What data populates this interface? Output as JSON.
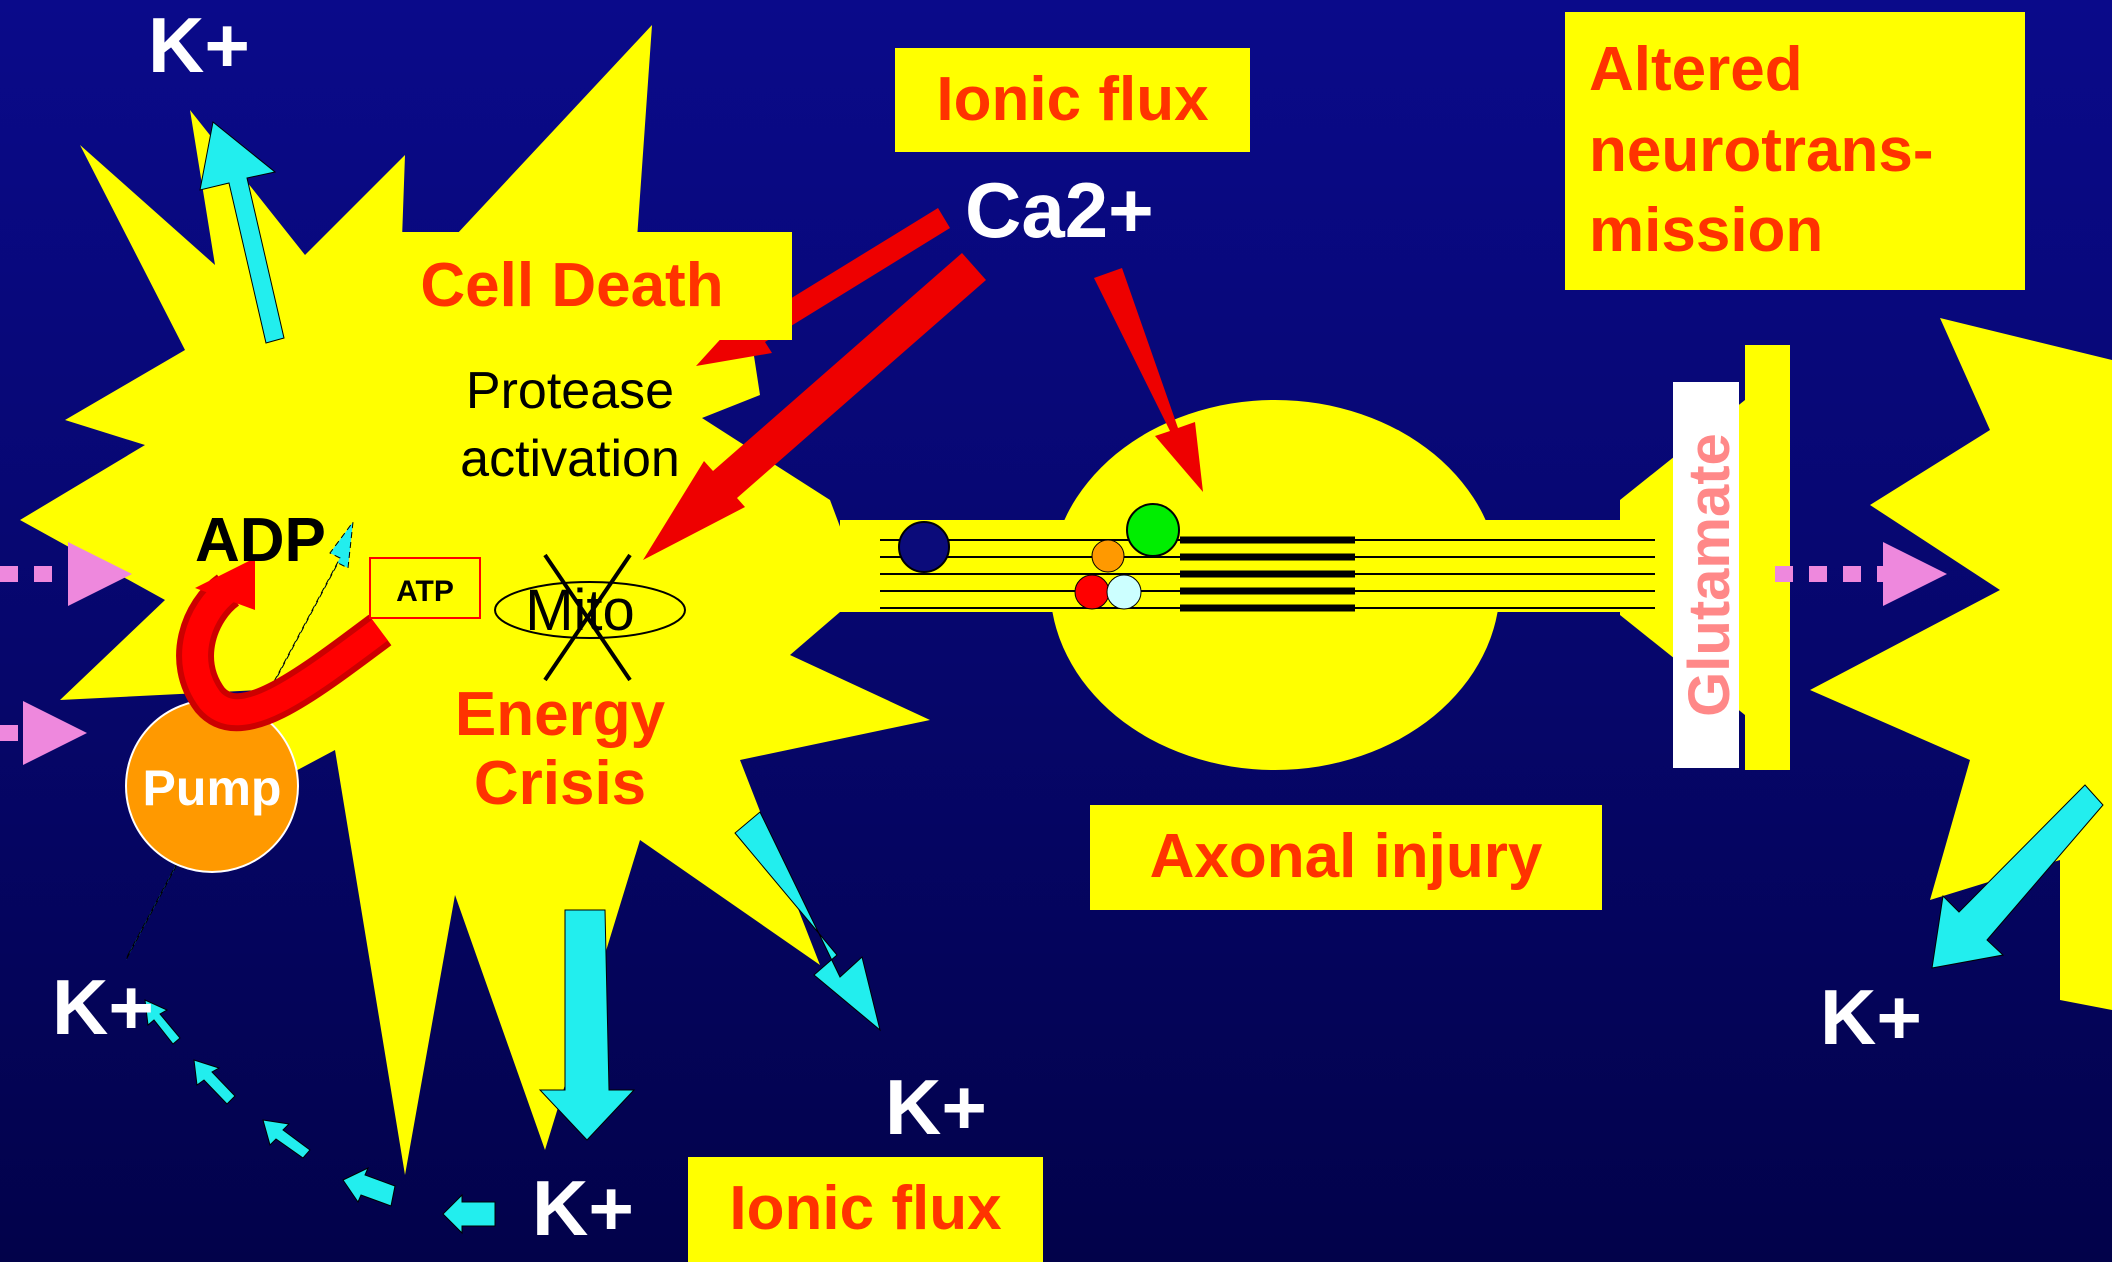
{
  "labels": {
    "ionic_flux_top": "Ionic flux",
    "ionic_flux_bottom": "Ionic flux",
    "ca": "Ca2+",
    "altered": "Altered neurotrans-mission",
    "altered_line1": "Altered",
    "altered_line2": "neurotrans-",
    "altered_line3": "mission",
    "cell_death": "Cell Death",
    "protease_line1": "Protease",
    "protease_line2": "activation",
    "adp": "ADP",
    "atp": "ATP",
    "mito": "Mito",
    "energy_line1": "Energy",
    "energy_line2": "Crisis",
    "pump": "Pump",
    "axonal_injury": "Axonal injury",
    "glutamate": "Glutamate",
    "k_top_left": "K+",
    "k_left": "K+",
    "k_bottom_center": "K+",
    "k_bottom_mid": "K+",
    "k_right": "K+"
  },
  "colors": {
    "background": "#06066a",
    "cell_fill": "#ffff00",
    "label_red": "#ff3300",
    "arrow_red": "#ee0000",
    "arrow_cyan": "#22eeee",
    "pump_orange": "#ff9900",
    "dotted_pink": "#ee88dd",
    "glutamate_text": "#ff8888"
  }
}
